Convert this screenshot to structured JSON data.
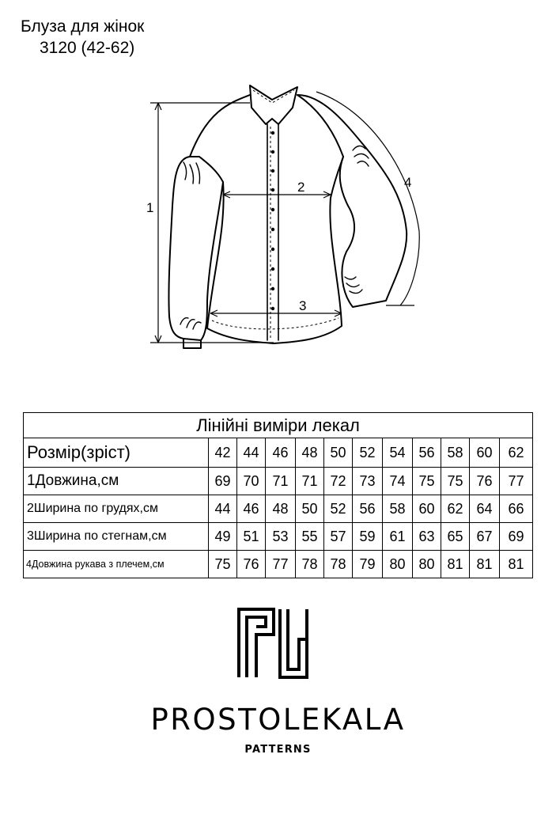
{
  "title": {
    "line1": "Блуза для жінок",
    "line2": "3120 (42-62)"
  },
  "sketch": {
    "labels": [
      "1",
      "2",
      "3",
      "4"
    ]
  },
  "table": {
    "heading": "Лінійні виміри лекал",
    "rows": [
      {
        "label": "Розмір(зріст)",
        "values": [
          "42",
          "44",
          "46",
          "48",
          "50",
          "52",
          "54",
          "56",
          "58",
          "60",
          "62"
        ]
      },
      {
        "label": "1Довжина,см",
        "values": [
          "69",
          "70",
          "71",
          "71",
          "72",
          "73",
          "74",
          "75",
          "75",
          "76",
          "77"
        ]
      },
      {
        "label": "2Ширина по грудях,см",
        "values": [
          "44",
          "46",
          "48",
          "50",
          "52",
          "56",
          "58",
          "60",
          "62",
          "64",
          "66"
        ]
      },
      {
        "label": "3Ширина по стегнам,см",
        "values": [
          "49",
          "51",
          "53",
          "55",
          "57",
          "59",
          "61",
          "63",
          "65",
          "67",
          "69"
        ]
      },
      {
        "label": "4Довжина рукава з плечем,см",
        "values": [
          "75",
          "76",
          "77",
          "78",
          "78",
          "79",
          "80",
          "80",
          "81",
          "81",
          "81"
        ]
      }
    ]
  },
  "brand": {
    "name": "PROSTOLEKALA",
    "sub": "PATTERNS"
  }
}
